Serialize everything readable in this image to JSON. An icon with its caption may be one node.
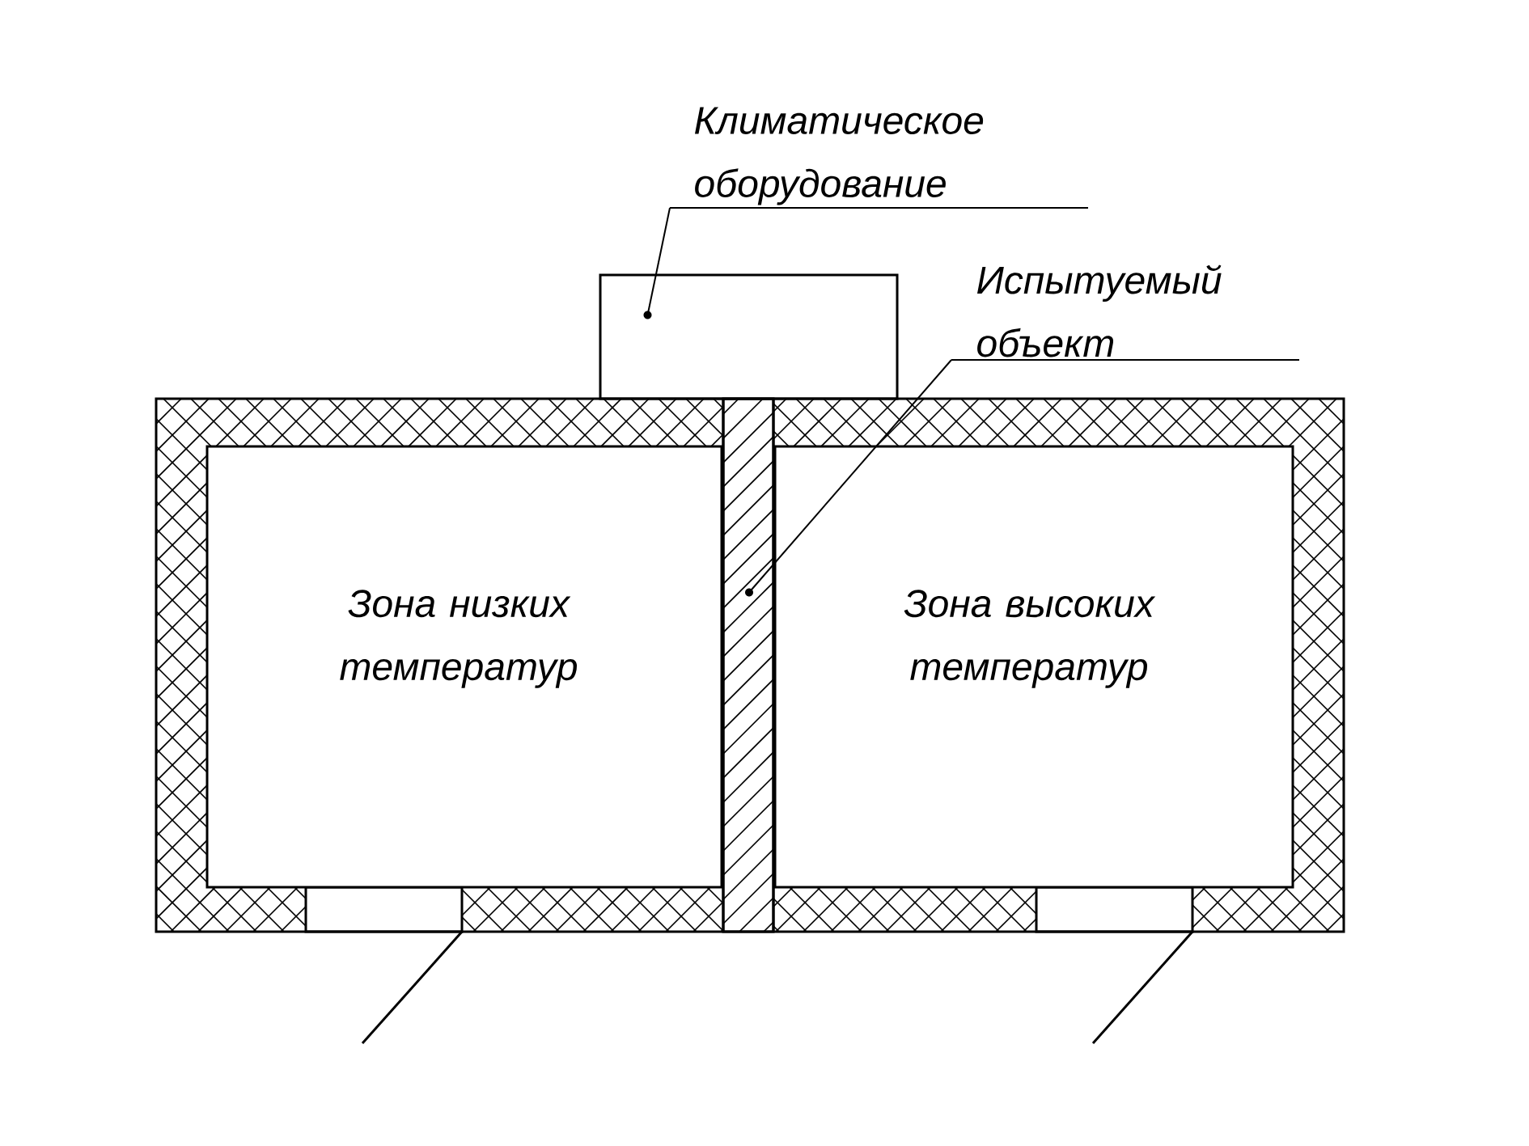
{
  "diagram": {
    "nodes": [
      {
        "text": [
          "Климатическое оборудование"
        ]
      },
      {
        "text": [],
        "shape": "box"
      },
      {
        "text": [
          "Испытуемый объект"
        ]
      },
      {
        "text": [],
        "shape": "bar"
      },
      {
        "text": [
          "Зона низких температур"
        ]
      },
      {
        "text": [
          "Зона высоких температур"
        ]
      }
    ],
    "edges": [
      {
        "from": 0,
        "to": 1,
        "arrow": "none"
      },
      {
        "from": 2,
        "to": 3,
        "arrow": "none"
      }
    ]
  }
}
